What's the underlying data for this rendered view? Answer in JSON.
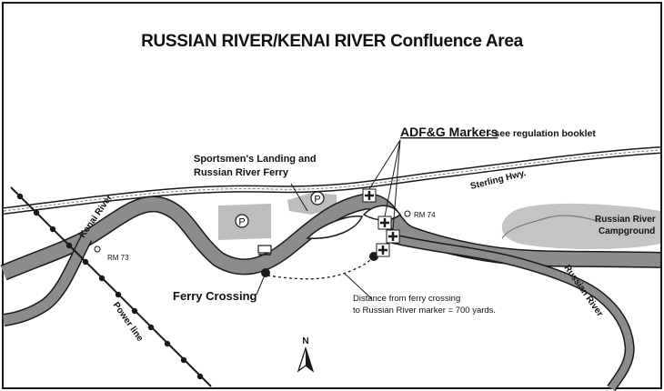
{
  "title": "RUSSIAN RIVER/KENAI RIVER Confluence Area",
  "labels": {
    "adfg_markers": "ADF&G Markers",
    "adfg_note": "- see regulation booklet",
    "sportsmens_line1": "Sportsmen's Landing and",
    "sportsmens_line2": "Russian River Ferry",
    "sterling_hwy": "Sterling Hwy.",
    "kenai_river": "Kenai River",
    "rm74": "RM 74",
    "rm73": "RM 73",
    "campground_line1": "Russian River",
    "campground_line2": "Campground",
    "ferry_crossing": "Ferry Crossing",
    "distance_line1": "Distance from ferry crossing",
    "distance_line2": "to Russian River marker = 700 yards.",
    "russian_river": "Russian River",
    "power_line": "Power line",
    "north": "N",
    "parking": "P"
  },
  "colors": {
    "river": "#8c8c8c",
    "river_edge": "#1a1a1a",
    "land_feature": "#bdbdbd",
    "border": "#1a1a1a"
  },
  "icons": [
    "parking-icon",
    "marker-cross-icon",
    "north-arrow-icon",
    "ferry-icon"
  ]
}
